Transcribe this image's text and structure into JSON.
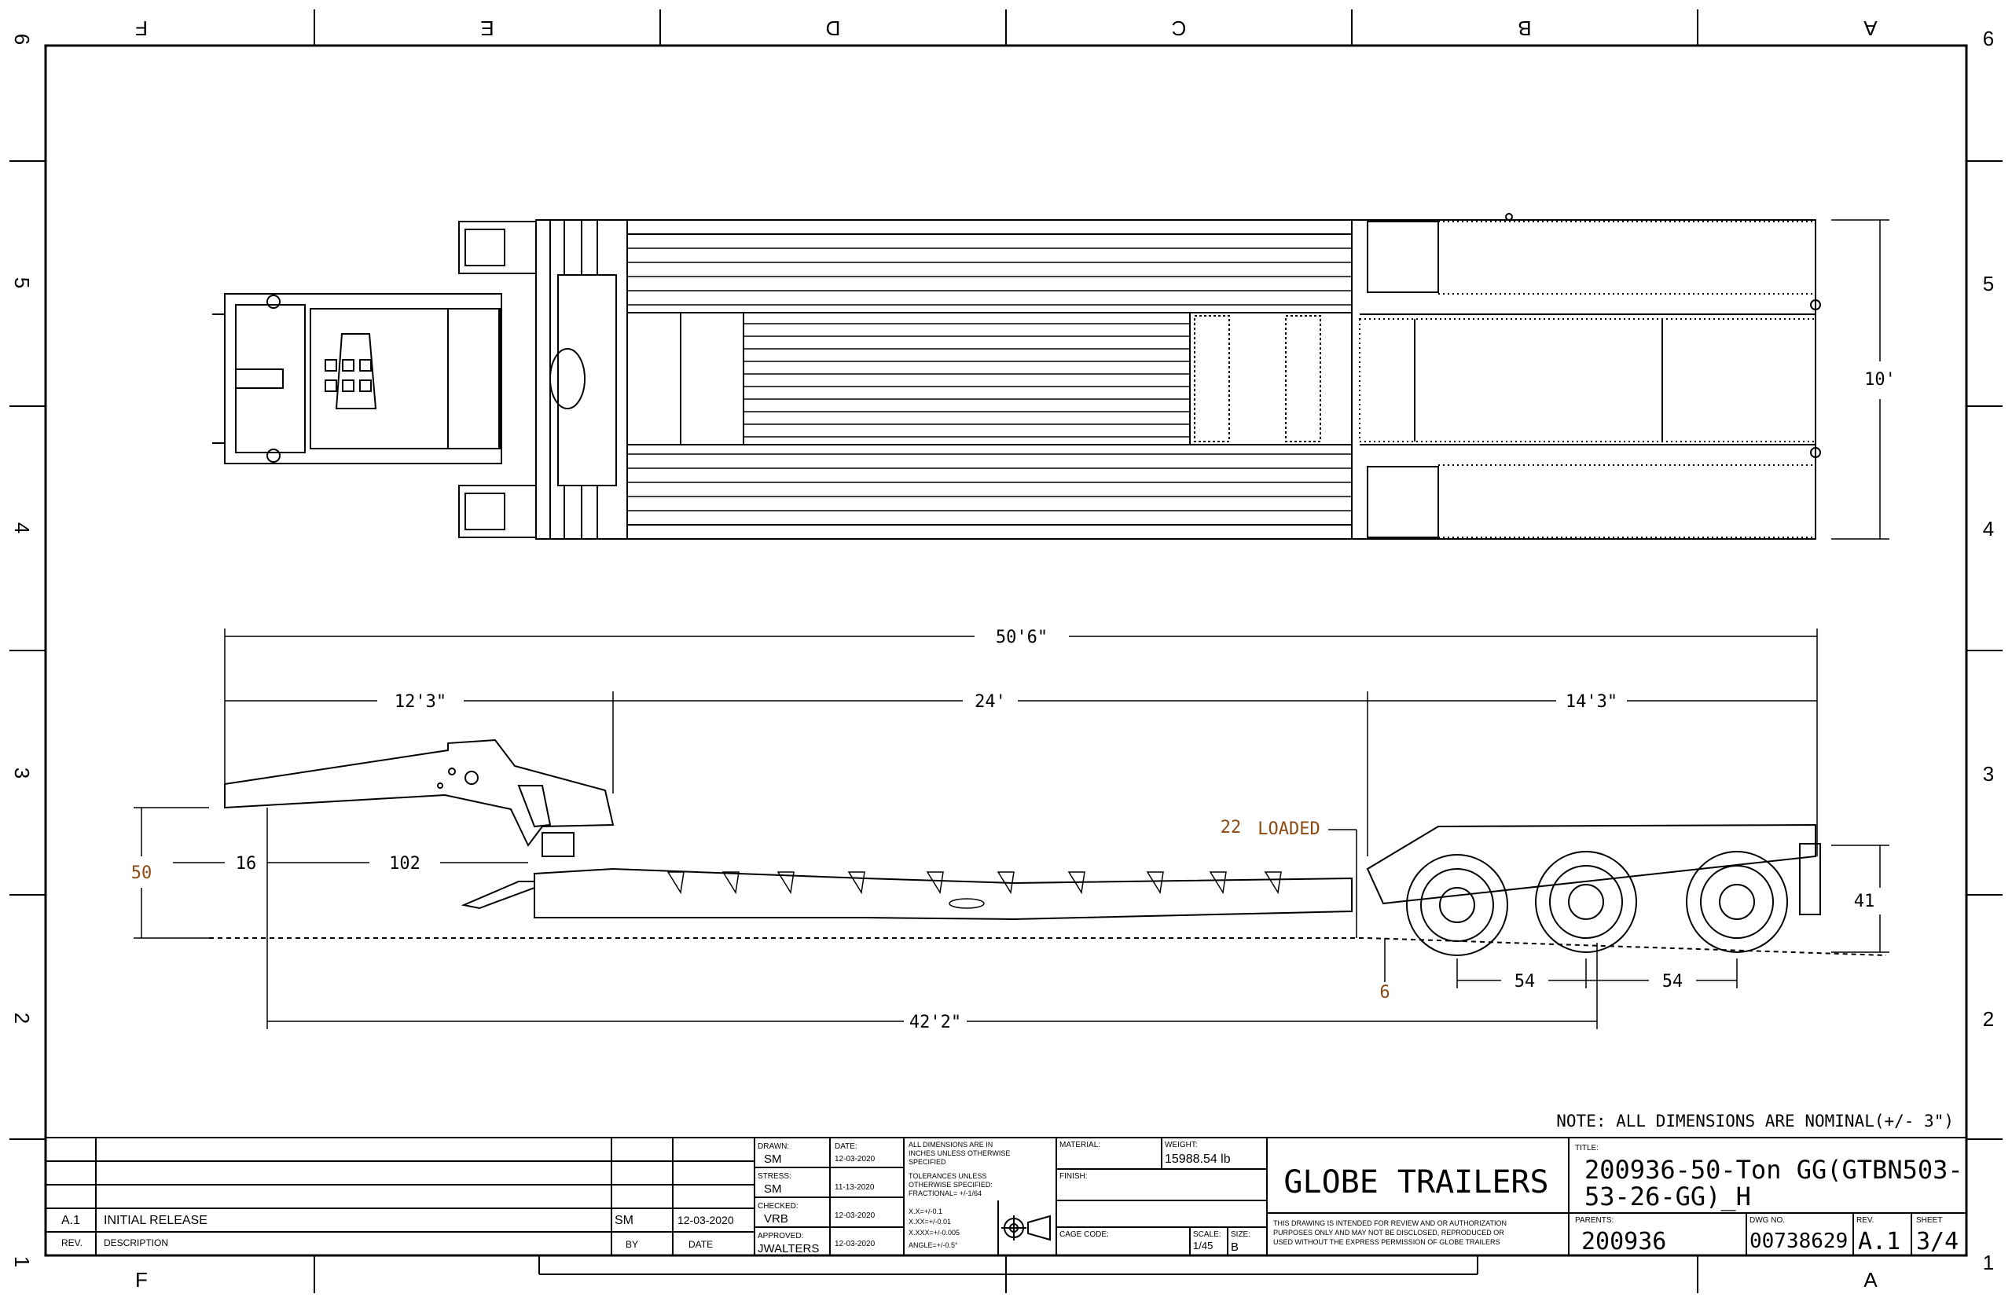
{
  "border": {
    "cols_top": [
      "F",
      "E",
      "D",
      "C",
      "B",
      "A"
    ],
    "cols_bottom_left": "F",
    "cols_bottom_right": "A",
    "rows": [
      "6",
      "5",
      "4",
      "3",
      "2",
      "1"
    ]
  },
  "dimensions": {
    "overall_length": "50'6\"",
    "gooseneck": "12'3\"",
    "deck": "24'",
    "rear": "14'3\"",
    "width": "10'",
    "loaded_height_value": "22",
    "loaded_label": "LOADED",
    "front_height": "50",
    "offset_16": "16",
    "offset_102": "102",
    "ground_clearance": "6",
    "axle_spacing_1": "54",
    "axle_spacing_2": "54",
    "rear_height": "41",
    "kingpin_to_axle": "42'2\""
  },
  "note": "NOTE: ALL DIMENSIONS ARE NOMINAL(+/- 3\")",
  "title_block": {
    "revisions": {
      "rev": "A.1",
      "description": "INITIAL RELEASE",
      "by": "SM",
      "date": "12-03-2020",
      "col_rev": "REV.",
      "col_description": "DESCRIPTION",
      "col_by": "BY",
      "col_date": "DATE"
    },
    "drawn_label": "DRAWN:",
    "drawn": "SM",
    "stress_label": "STRESS:",
    "stress": "SM",
    "checked_label": "CHECKED:",
    "checked": "VRB",
    "approved_label": "APPROVED:",
    "approved": "JWALTERS",
    "date_label": "DATE:",
    "date_drawn": "12-03-2020",
    "date_stress": "11-13-2020",
    "date_checked": "12-03-2020",
    "date_approved": "12-03-2020",
    "tolerance_1": "ALL DIMENSIONS ARE IN",
    "tolerance_2": "INCHES UNLESS OTHERWISE",
    "tolerance_3": "SPECIFIED",
    "tolerance_4": "TOLERANCES UNLESS",
    "tolerance_5": "OTHERWISE SPECIFIED:",
    "tolerance_6": "FRACTIONAL= +/-1/64",
    "tolerance_7": "X.X=+/-0.1",
    "tolerance_8": "X.XX=+/-0.01",
    "tolerance_9": "X.XXX=+/-0.005",
    "tolerance_10": "ANGLE=+/-0.5°",
    "material_label": "MATERIAL:",
    "weight_label": "WEIGHT:",
    "weight": "15988.54 lb",
    "finish_label": "FINISH:",
    "cage_code_label": "CAGE CODE:",
    "scale_label": "SCALE:",
    "scale": "1/45",
    "size_label": "SIZE:",
    "size": "B",
    "company": "GLOBE TRAILERS",
    "disclaimer_1": "THIS DRAWING IS INTENDED FOR REVIEW AND OR AUTHORIZATION",
    "disclaimer_2": "PURPOSES ONLY AND MAY NOT BE DISCLOSED, REPRODUCED OR",
    "disclaimer_3": "USED WITHOUT THE EXPRESS PERMISSION OF GLOBE TRAILERS",
    "title_label": "TITLE:",
    "title_line1": "200936-50-Ton GG(GTBN503-",
    "title_line2": "53-26-GG)_H",
    "parents_label": "PARENTS:",
    "parents": "200936",
    "dwg_no_label": "DWG NO.",
    "dwg_no": "00738629",
    "rev_label": "REV.",
    "rev": "A.1",
    "sheet_label": "SHEET",
    "sheet": "3/4"
  }
}
